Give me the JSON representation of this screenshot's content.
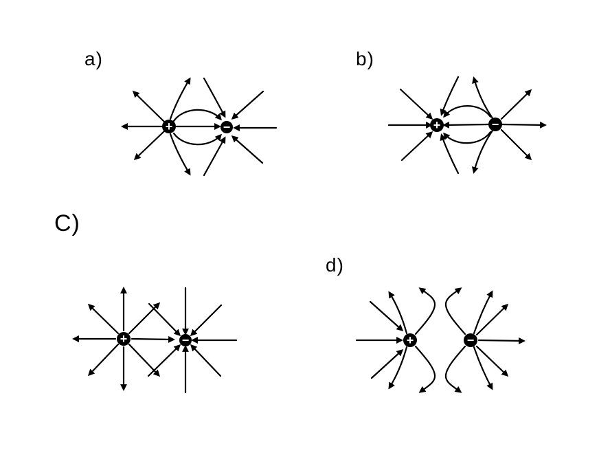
{
  "figure": {
    "background_color": "#ffffff",
    "line_color": "#000000",
    "panels": [
      {
        "id": "a",
        "label": "a)",
        "positive_symbol": "+",
        "negative_symbol": "−",
        "description": "Field lines radiate out of the positive charge and curve into the negative charge; every arrow points from + toward −."
      },
      {
        "id": "b",
        "label": "b)",
        "positive_symbol": "+",
        "negative_symbol": "−",
        "description": "Same curved line pattern as (a) but with every arrow reversed: lines point into the positive charge and out of the negative charge."
      },
      {
        "id": "c",
        "label": "C)",
        "positive_symbol": "+",
        "negative_symbol": "−",
        "description": "Straight radial rays: arrows point outward from the positive charge and inward to the negative charge; diagonal rays cross between the charges."
      },
      {
        "id": "d",
        "label": "d)",
        "positive_symbol": "+",
        "negative_symbol": "−",
        "description": "Arrows enter the positive charge from the left and leave the negative charge to the right; between the charges the lines bow away from each other vertically."
      }
    ]
  }
}
